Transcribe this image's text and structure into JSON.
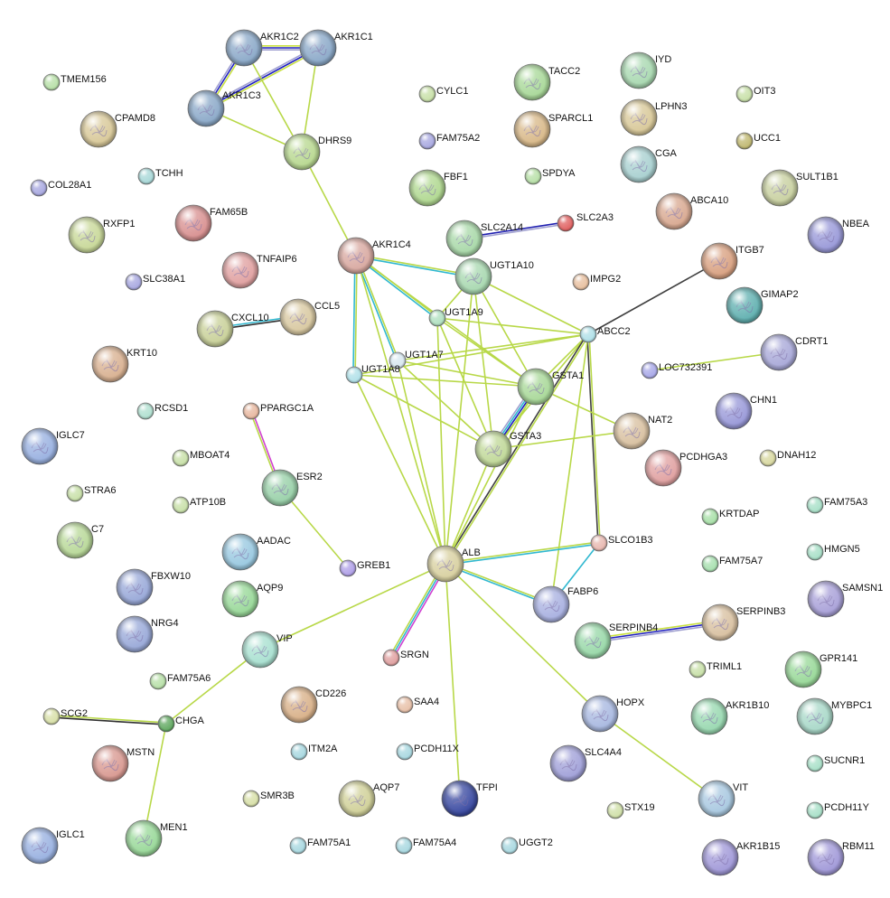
{
  "network": {
    "nodes": [
      {
        "id": "AKR1C2",
        "size": "large",
        "color": "#8aa8c8"
      },
      {
        "id": "AKR1C1",
        "size": "large",
        "color": "#8aa8c8"
      },
      {
        "id": "AKR1C3",
        "size": "large",
        "color": "#8aa8c8"
      },
      {
        "id": "DHRS9",
        "size": "large",
        "color": "#b8d890"
      },
      {
        "id": "TMEM156",
        "size": "small",
        "color": "#b8e0a8"
      },
      {
        "id": "CPAMD8",
        "size": "large",
        "color": "#d8c898"
      },
      {
        "id": "CYLC1",
        "size": "small",
        "color": "#c8e0a8"
      },
      {
        "id": "TACC2",
        "size": "large",
        "color": "#a8d898"
      },
      {
        "id": "IYD",
        "size": "large",
        "color": "#a8d8b0"
      },
      {
        "id": "OIT3",
        "size": "small",
        "color": "#c8e0a8"
      },
      {
        "id": "SPARCL1",
        "size": "large",
        "color": "#d8b888"
      },
      {
        "id": "LPHN3",
        "size": "large",
        "color": "#d8c898"
      },
      {
        "id": "FAM75A2",
        "size": "small",
        "color": "#a8a8e0"
      },
      {
        "id": "UCC1",
        "size": "small",
        "color": "#c0b870"
      },
      {
        "id": "COL28A1",
        "size": "small",
        "color": "#a8a8e0"
      },
      {
        "id": "TCHH",
        "size": "small",
        "color": "#a8d8d8"
      },
      {
        "id": "FBF1",
        "size": "large",
        "color": "#b0d890"
      },
      {
        "id": "SPDYA",
        "size": "small",
        "color": "#b8e0a8"
      },
      {
        "id": "CGA",
        "size": "large",
        "color": "#a8d0d0"
      },
      {
        "id": "SULT1B1",
        "size": "large",
        "color": "#c8d0a0"
      },
      {
        "id": "RXFP1",
        "size": "large",
        "color": "#c8d898"
      },
      {
        "id": "FAM65B",
        "size": "large",
        "color": "#d89090"
      },
      {
        "id": "SLC2A14",
        "size": "large",
        "color": "#a8d8a8"
      },
      {
        "id": "SLC2A3",
        "size": "small",
        "color": "#e06060"
      },
      {
        "id": "ABCA10",
        "size": "large",
        "color": "#d8a890"
      },
      {
        "id": "NBEA",
        "size": "large",
        "color": "#9898d8"
      },
      {
        "id": "AKR1C4",
        "size": "large",
        "color": "#d8a8a0"
      },
      {
        "id": "TNFAIP6",
        "size": "large",
        "color": "#e0a0a0"
      },
      {
        "id": "SLC38A1",
        "size": "small",
        "color": "#a8a8e0"
      },
      {
        "id": "UGT1A10",
        "size": "large",
        "color": "#a8d8b0"
      },
      {
        "id": "IMPG2",
        "size": "small",
        "color": "#e8c0a0"
      },
      {
        "id": "ITGB7",
        "size": "large",
        "color": "#d8a080"
      },
      {
        "id": "GIMAP2",
        "size": "large",
        "color": "#60b0b0"
      },
      {
        "id": "CXCL10",
        "size": "large",
        "color": "#c8d098"
      },
      {
        "id": "CCL5",
        "size": "large",
        "color": "#d8c8a0"
      },
      {
        "id": "UGT1A9",
        "size": "small",
        "color": "#b0e0c0"
      },
      {
        "id": "ABCC2",
        "size": "small",
        "color": "#b0e0e8"
      },
      {
        "id": "KRT10",
        "size": "large",
        "color": "#d8b090"
      },
      {
        "id": "UGT1A7",
        "size": "small",
        "color": "#d8e8f0"
      },
      {
        "id": "UGT1A8",
        "size": "small",
        "color": "#b0e0e8"
      },
      {
        "id": "LOC732391",
        "size": "small",
        "color": "#a8a8e8"
      },
      {
        "id": "CDRT1",
        "size": "large",
        "color": "#a8a8d8"
      },
      {
        "id": "GSTA1",
        "size": "large",
        "color": "#a8d898"
      },
      {
        "id": "RCSD1",
        "size": "small",
        "color": "#b0e0d0"
      },
      {
        "id": "PPARGC1A",
        "size": "small",
        "color": "#e8b8a0"
      },
      {
        "id": "CHN1",
        "size": "large",
        "color": "#9898d8"
      },
      {
        "id": "IGLC7",
        "size": "large",
        "color": "#98b0e0"
      },
      {
        "id": "NAT2",
        "size": "large",
        "color": "#d8c0a0"
      },
      {
        "id": "MBOAT4",
        "size": "small",
        "color": "#c8e0a8"
      },
      {
        "id": "GSTA3",
        "size": "large",
        "color": "#c0d898"
      },
      {
        "id": "PCDHGA3",
        "size": "large",
        "color": "#e0a0a0"
      },
      {
        "id": "DNAH12",
        "size": "small",
        "color": "#d8d8a0"
      },
      {
        "id": "ESR2",
        "size": "large",
        "color": "#98d0a8"
      },
      {
        "id": "STRA6",
        "size": "small",
        "color": "#c8e0a8"
      },
      {
        "id": "ATP10B",
        "size": "small",
        "color": "#c8e0a8"
      },
      {
        "id": "KRTDAP",
        "size": "small",
        "color": "#a8e0a8"
      },
      {
        "id": "FAM75A3",
        "size": "small",
        "color": "#a8e0c8"
      },
      {
        "id": "C7",
        "size": "large",
        "color": "#b8d898"
      },
      {
        "id": "SLCO1B3",
        "size": "small",
        "color": "#e8b8b0"
      },
      {
        "id": "AADAC",
        "size": "large",
        "color": "#98c8e0"
      },
      {
        "id": "HMGN5",
        "size": "small",
        "color": "#a8e0c8"
      },
      {
        "id": "ALB",
        "size": "large",
        "color": "#d8d0a0"
      },
      {
        "id": "FBXW10",
        "size": "large",
        "color": "#98a8d8"
      },
      {
        "id": "GREB1",
        "size": "small",
        "color": "#b0a0e8"
      },
      {
        "id": "FAM75A7",
        "size": "small",
        "color": "#a8e0b0"
      },
      {
        "id": "SAMSN1",
        "size": "large",
        "color": "#a8a0d8"
      },
      {
        "id": "AQP9",
        "size": "large",
        "color": "#98d898"
      },
      {
        "id": "FABP6",
        "size": "large",
        "color": "#a8b0e0"
      },
      {
        "id": "NRG4",
        "size": "large",
        "color": "#98a8d8"
      },
      {
        "id": "SERPINB3",
        "size": "large",
        "color": "#d8c0a0"
      },
      {
        "id": "SERPINB4",
        "size": "large",
        "color": "#98d8a8"
      },
      {
        "id": "VIP",
        "size": "large",
        "color": "#a8e0d0"
      },
      {
        "id": "GPR141",
        "size": "large",
        "color": "#98d898"
      },
      {
        "id": "FAM75A6",
        "size": "small",
        "color": "#b8e0a8"
      },
      {
        "id": "TRIML1",
        "size": "small",
        "color": "#c8e0a8"
      },
      {
        "id": "SRGN",
        "size": "small",
        "color": "#e0a0a0"
      },
      {
        "id": "CD226",
        "size": "large",
        "color": "#d8b088"
      },
      {
        "id": "HOPX",
        "size": "large",
        "color": "#a8b8e0"
      },
      {
        "id": "SAA4",
        "size": "small",
        "color": "#e8c0a8"
      },
      {
        "id": "AKR1B10",
        "size": "large",
        "color": "#98d8b0"
      },
      {
        "id": "MYBPC1",
        "size": "large",
        "color": "#a8d8c8"
      },
      {
        "id": "SCG2",
        "size": "small",
        "color": "#d8e0a8"
      },
      {
        "id": "CHGA",
        "size": "small",
        "color": "#60a860"
      },
      {
        "id": "MSTN",
        "size": "large",
        "color": "#d89890"
      },
      {
        "id": "ITM2A",
        "size": "small",
        "color": "#a8d8e0"
      },
      {
        "id": "PCDH11X",
        "size": "small",
        "color": "#a8d8e0"
      },
      {
        "id": "SLC4A4",
        "size": "large",
        "color": "#a0a0d8"
      },
      {
        "id": "SUCNR1",
        "size": "small",
        "color": "#a8e0c8"
      },
      {
        "id": "TFPI",
        "size": "large",
        "color": "#3848a0"
      },
      {
        "id": "VIT",
        "size": "large",
        "color": "#a8c8e0"
      },
      {
        "id": "SMR3B",
        "size": "small",
        "color": "#d8e0a8"
      },
      {
        "id": "AQP7",
        "size": "large",
        "color": "#d0d098"
      },
      {
        "id": "STX19",
        "size": "small",
        "color": "#d0e0a8"
      },
      {
        "id": "PCDH11Y",
        "size": "small",
        "color": "#a8e0c8"
      },
      {
        "id": "MEN1",
        "size": "large",
        "color": "#98d898"
      },
      {
        "id": "IGLC1",
        "size": "large",
        "color": "#98b0e0"
      },
      {
        "id": "FAM75A1",
        "size": "small",
        "color": "#a8d8e0"
      },
      {
        "id": "FAM75A4",
        "size": "small",
        "color": "#a8d8e0"
      },
      {
        "id": "UGGT2",
        "size": "small",
        "color": "#a8d8e0"
      },
      {
        "id": "AKR1B15",
        "size": "large",
        "color": "#a098d8"
      },
      {
        "id": "RBM11",
        "size": "large",
        "color": "#a098d8"
      }
    ],
    "edges": [
      {
        "source": "AKR1C2",
        "target": "AKR1C1",
        "colors": [
          "#c8e040",
          "#2020c0",
          "#a0a0d0"
        ]
      },
      {
        "source": "AKR1C2",
        "target": "AKR1C3",
        "colors": [
          "#c8e040",
          "#2020c0",
          "#a0a0d0"
        ]
      },
      {
        "source": "AKR1C1",
        "target": "AKR1C3",
        "colors": [
          "#c8e040",
          "#2020c0",
          "#a0a0d0"
        ]
      },
      {
        "source": "AKR1C2",
        "target": "DHRS9",
        "colors": [
          "#b8d848"
        ]
      },
      {
        "source": "AKR1C1",
        "target": "DHRS9",
        "colors": [
          "#b8d848"
        ]
      },
      {
        "source": "AKR1C3",
        "target": "DHRS9",
        "colors": [
          "#b8d848"
        ]
      },
      {
        "source": "DHRS9",
        "target": "AKR1C4",
        "colors": [
          "#b8d848"
        ]
      },
      {
        "source": "SLC2A14",
        "target": "SLC2A3",
        "colors": [
          "#2020b0",
          "#a0a0d0"
        ]
      },
      {
        "source": "CXCL10",
        "target": "CCL5",
        "colors": [
          "#30b8d0",
          "#303030"
        ]
      },
      {
        "source": "AKR1C4",
        "target": "UGT1A10",
        "colors": [
          "#b8d848",
          "#30b8d0"
        ]
      },
      {
        "source": "AKR1C4",
        "target": "UGT1A9",
        "colors": [
          "#b8d848",
          "#30b8d0"
        ]
      },
      {
        "source": "AKR1C4",
        "target": "UGT1A8",
        "colors": [
          "#b8d848",
          "#30b8d0"
        ]
      },
      {
        "source": "AKR1C4",
        "target": "UGT1A7",
        "colors": [
          "#b8d848",
          "#30b8d0"
        ]
      },
      {
        "source": "AKR1C4",
        "target": "GSTA1",
        "colors": [
          "#b8d848"
        ]
      },
      {
        "source": "AKR1C4",
        "target": "ALB",
        "colors": [
          "#b8d848"
        ]
      },
      {
        "source": "UGT1A10",
        "target": "UGT1A9",
        "colors": [
          "#b8d848"
        ]
      },
      {
        "source": "UGT1A10",
        "target": "ABCC2",
        "colors": [
          "#b8d848"
        ]
      },
      {
        "source": "UGT1A10",
        "target": "GSTA1",
        "colors": [
          "#b8d848"
        ]
      },
      {
        "source": "UGT1A10",
        "target": "GSTA3",
        "colors": [
          "#b8d848"
        ]
      },
      {
        "source": "UGT1A10",
        "target": "ALB",
        "colors": [
          "#b8d848"
        ]
      },
      {
        "source": "UGT1A9",
        "target": "ABCC2",
        "colors": [
          "#b8d848"
        ]
      },
      {
        "source": "UGT1A9",
        "target": "GSTA1",
        "colors": [
          "#b8d848"
        ]
      },
      {
        "source": "UGT1A9",
        "target": "GSTA3",
        "colors": [
          "#b8d848"
        ]
      },
      {
        "source": "UGT1A9",
        "target": "ALB",
        "colors": [
          "#b8d848"
        ]
      },
      {
        "source": "UGT1A8",
        "target": "ABCC2",
        "colors": [
          "#b8d848"
        ]
      },
      {
        "source": "UGT1A8",
        "target": "GSTA1",
        "colors": [
          "#b8d848"
        ]
      },
      {
        "source": "UGT1A8",
        "target": "GSTA3",
        "colors": [
          "#b8d848"
        ]
      },
      {
        "source": "UGT1A8",
        "target": "ALB",
        "colors": [
          "#b8d848"
        ]
      },
      {
        "source": "UGT1A7",
        "target": "ABCC2",
        "colors": [
          "#b8d848"
        ]
      },
      {
        "source": "UGT1A7",
        "target": "GSTA1",
        "colors": [
          "#b8d848"
        ]
      },
      {
        "source": "UGT1A7",
        "target": "GSTA3",
        "colors": [
          "#b8d848"
        ]
      },
      {
        "source": "UGT1A7",
        "target": "ALB",
        "colors": [
          "#b8d848"
        ]
      },
      {
        "source": "ABCC2",
        "target": "GSTA1",
        "colors": [
          "#b8d848"
        ]
      },
      {
        "source": "ABCC2",
        "target": "GSTA3",
        "colors": [
          "#b8d848"
        ]
      },
      {
        "source": "ABCC2",
        "target": "ALB",
        "colors": [
          "#b8d848",
          "#404040"
        ]
      },
      {
        "source": "ABCC2",
        "target": "SLCO1B3",
        "colors": [
          "#b8d848",
          "#404040"
        ]
      },
      {
        "source": "ABCC2",
        "target": "FABP6",
        "colors": [
          "#b8d848"
        ]
      },
      {
        "source": "ABCC2",
        "target": "ITGB7",
        "colors": [
          "#404040"
        ]
      },
      {
        "source": "GSTA1",
        "target": "GSTA3",
        "colors": [
          "#b8d848",
          "#2020c0",
          "#30b8d0",
          "#a0a0d0"
        ]
      },
      {
        "source": "GSTA1",
        "target": "ALB",
        "colors": [
          "#b8d848"
        ]
      },
      {
        "source": "GSTA1",
        "target": "NAT2",
        "colors": [
          "#b8d848"
        ]
      },
      {
        "source": "GSTA3",
        "target": "NAT2",
        "colors": [
          "#b8d848"
        ]
      },
      {
        "source": "GSTA3",
        "target": "ALB",
        "colors": [
          "#b8d848"
        ]
      },
      {
        "source": "LOC732391",
        "target": "CDRT1",
        "colors": [
          "#b8d848"
        ]
      },
      {
        "source": "PPARGC1A",
        "target": "ESR2",
        "colors": [
          "#d040d0",
          "#b8d848"
        ]
      },
      {
        "source": "ESR2",
        "target": "GREB1",
        "colors": [
          "#b8d848"
        ]
      },
      {
        "source": "ALB",
        "target": "SLCO1B3",
        "colors": [
          "#b8d848",
          "#30b8d0"
        ]
      },
      {
        "source": "ALB",
        "target": "FABP6",
        "colors": [
          "#b8d848",
          "#30b8d0"
        ]
      },
      {
        "source": "SLCO1B3",
        "target": "FABP6",
        "colors": [
          "#30b8d0"
        ]
      },
      {
        "source": "ALB",
        "target": "SRGN",
        "colors": [
          "#d040d0",
          "#30b8d0",
          "#b8d848"
        ]
      },
      {
        "source": "ALB",
        "target": "VIP",
        "colors": [
          "#b8d848"
        ]
      },
      {
        "source": "ALB",
        "target": "HOPX",
        "colors": [
          "#b8d848"
        ]
      },
      {
        "source": "ALB",
        "target": "TFPI",
        "colors": [
          "#b8d848"
        ]
      },
      {
        "source": "SERPINB4",
        "target": "SERPINB3",
        "colors": [
          "#c8e040",
          "#2020c0",
          "#a0a0d0"
        ]
      },
      {
        "source": "VIP",
        "target": "CHGA",
        "colors": [
          "#b8d848"
        ]
      },
      {
        "source": "SCG2",
        "target": "CHGA",
        "colors": [
          "#b8d848",
          "#303030"
        ]
      },
      {
        "source": "CHGA",
        "target": "MEN1",
        "colors": [
          "#b8d848"
        ]
      },
      {
        "source": "HOPX",
        "target": "VIT",
        "colors": [
          "#b8d848"
        ]
      }
    ]
  }
}
